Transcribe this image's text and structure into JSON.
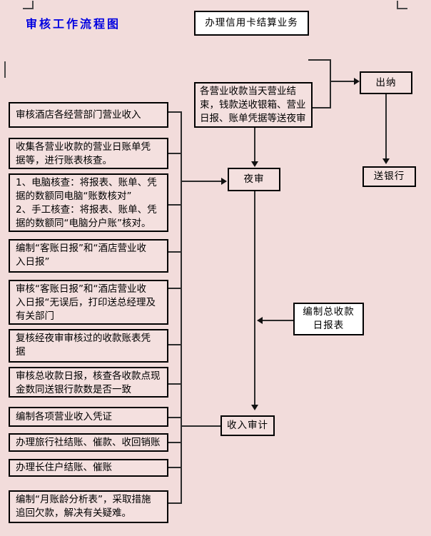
{
  "page": {
    "title": "审核工作流程图",
    "colors": {
      "background": "#f2dcdb",
      "box_fill": "#f4e0df",
      "white_box_fill": "#ffffff",
      "title_text": "#0000e0",
      "border": "#000000",
      "connector": "#2b2b2b"
    }
  },
  "flowchart": {
    "top_box": "办理信用卡结算业务",
    "cashier_box": "出纳",
    "send_bank_box": "送银行",
    "collection_box": "各营业收款当天营业结\n束，钱款送收银箱、营业\n日报、账单凭据等送夜审",
    "night_audit_box": "夜审",
    "daily_summary_box": "编制总收款\n日报表",
    "income_audit_box": "收入审计",
    "left_boxes": [
      {
        "text": "审核酒店各经营部门营业收入"
      },
      {
        "text": "收集各营业收款的营业日账单凭\n据等，进行账表核查。"
      },
      {
        "text": "1、电脑核查：将报表、账单、凭\n据的数额同电脑“账数核对”\n2、手工核查：将报表、账单、凭\n据的数额同“电脑分户账”核对。"
      },
      {
        "text": "编制“客账日报”和“酒店营业收\n入日报”"
      },
      {
        "text": "审核“客账日报”和“酒店营业收\n入日报“无误后，打印送总经理及\n有关部门"
      },
      {
        "text": "复核经夜审审核过的收款账表凭\n据"
      },
      {
        "text": "审核总收款日报，核查各收款点现\n金数同送银行款数是否一致"
      },
      {
        "text": "编制各项营业收入凭证"
      },
      {
        "text": "办理旅行社结账、催款、收回销账"
      },
      {
        "text": "办理长住户结账、催账"
      },
      {
        "text": "编制“月账龄分析表”，采取措施\n追回欠款，解决有关疑难。"
      }
    ]
  }
}
